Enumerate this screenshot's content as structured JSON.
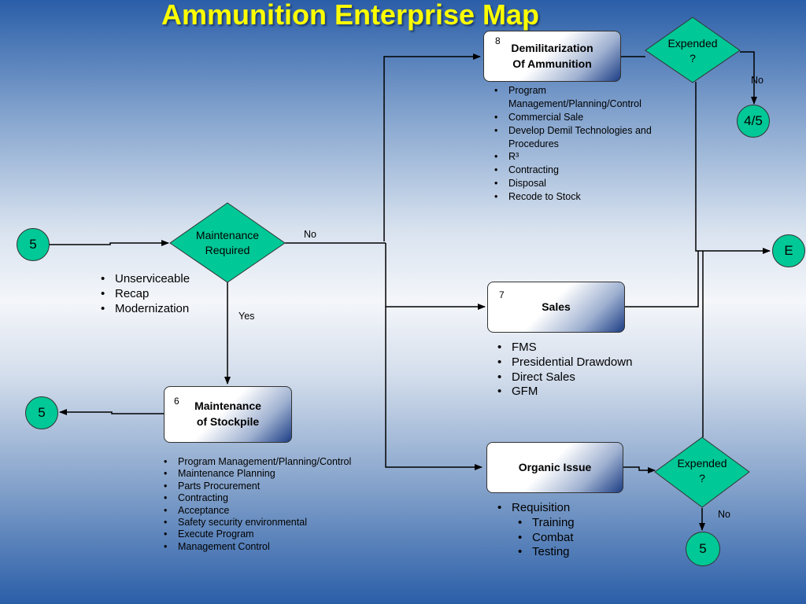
{
  "title": "Ammunition Enterprise Map",
  "nodes": {
    "start_5": "5",
    "maintenance_required": "Maintenance Required",
    "demil": {
      "num": "8",
      "line1": "Demilitarization",
      "line2": "Of Ammunition"
    },
    "expended_top": {
      "line1": "Expended",
      "line2": "?"
    },
    "circle_45": "4/5",
    "exit_e": "E",
    "sales": {
      "num": "7",
      "label": "Sales"
    },
    "maint_stockpile": {
      "num": "6",
      "line1": "Maintenance",
      "line2": "of Stockpile"
    },
    "left_5": "5",
    "organic_issue": "Organic Issue",
    "expended_bottom": {
      "line1": "Expended",
      "line2": "?"
    },
    "bottom_5": "5"
  },
  "edge_labels": {
    "no_main": "No",
    "yes_main": "Yes",
    "no_expended_top": "No",
    "no_expended_bottom": "No"
  },
  "lists": {
    "maintenance_reasons": [
      "Unserviceable",
      "Recap",
      "Modernization"
    ],
    "demil_items": [
      "Program Management/Planning/Control",
      "Commercial Sale",
      "Develop Demil Technologies and Procedures",
      "R³",
      "Contracting",
      "Disposal",
      "Recode to Stock"
    ],
    "sales_items": [
      "FMS",
      "Presidential Drawdown",
      "Direct Sales",
      "GFM"
    ],
    "stockpile_items": [
      "Program Management/Planning/Control",
      "Maintenance Planning",
      "Parts Procurement",
      "Contracting",
      "Acceptance",
      "Safety security environmental",
      "Execute Program",
      "Management Control"
    ],
    "organic_items": {
      "main": "Requisition",
      "sub": [
        "Training",
        "Combat",
        "Testing"
      ]
    }
  },
  "colors": {
    "title": "#ffff00",
    "node_fill": "#00c896",
    "box_dark": "#1d3e85"
  }
}
